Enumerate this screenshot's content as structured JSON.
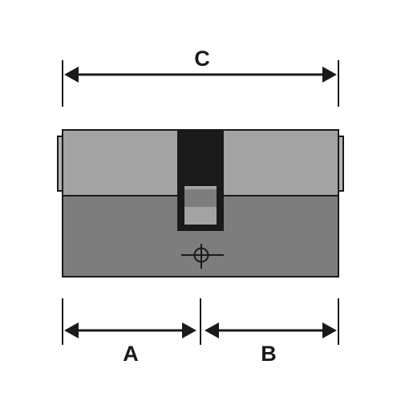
{
  "dimensions": {
    "overall": "C",
    "left_half": "A",
    "right_half": "B"
  },
  "colors": {
    "upper_body": "#a3a3a3",
    "lower_body": "#7d7d7d",
    "side_cap": "#b4b4b4",
    "outline": "#1a1a1a",
    "cam_slot": "#1a1a1a",
    "cam_inner": "#a3a3a3",
    "background": "#ffffff"
  },
  "icons": {
    "screw_hole": "crosshair-circle-icon"
  }
}
